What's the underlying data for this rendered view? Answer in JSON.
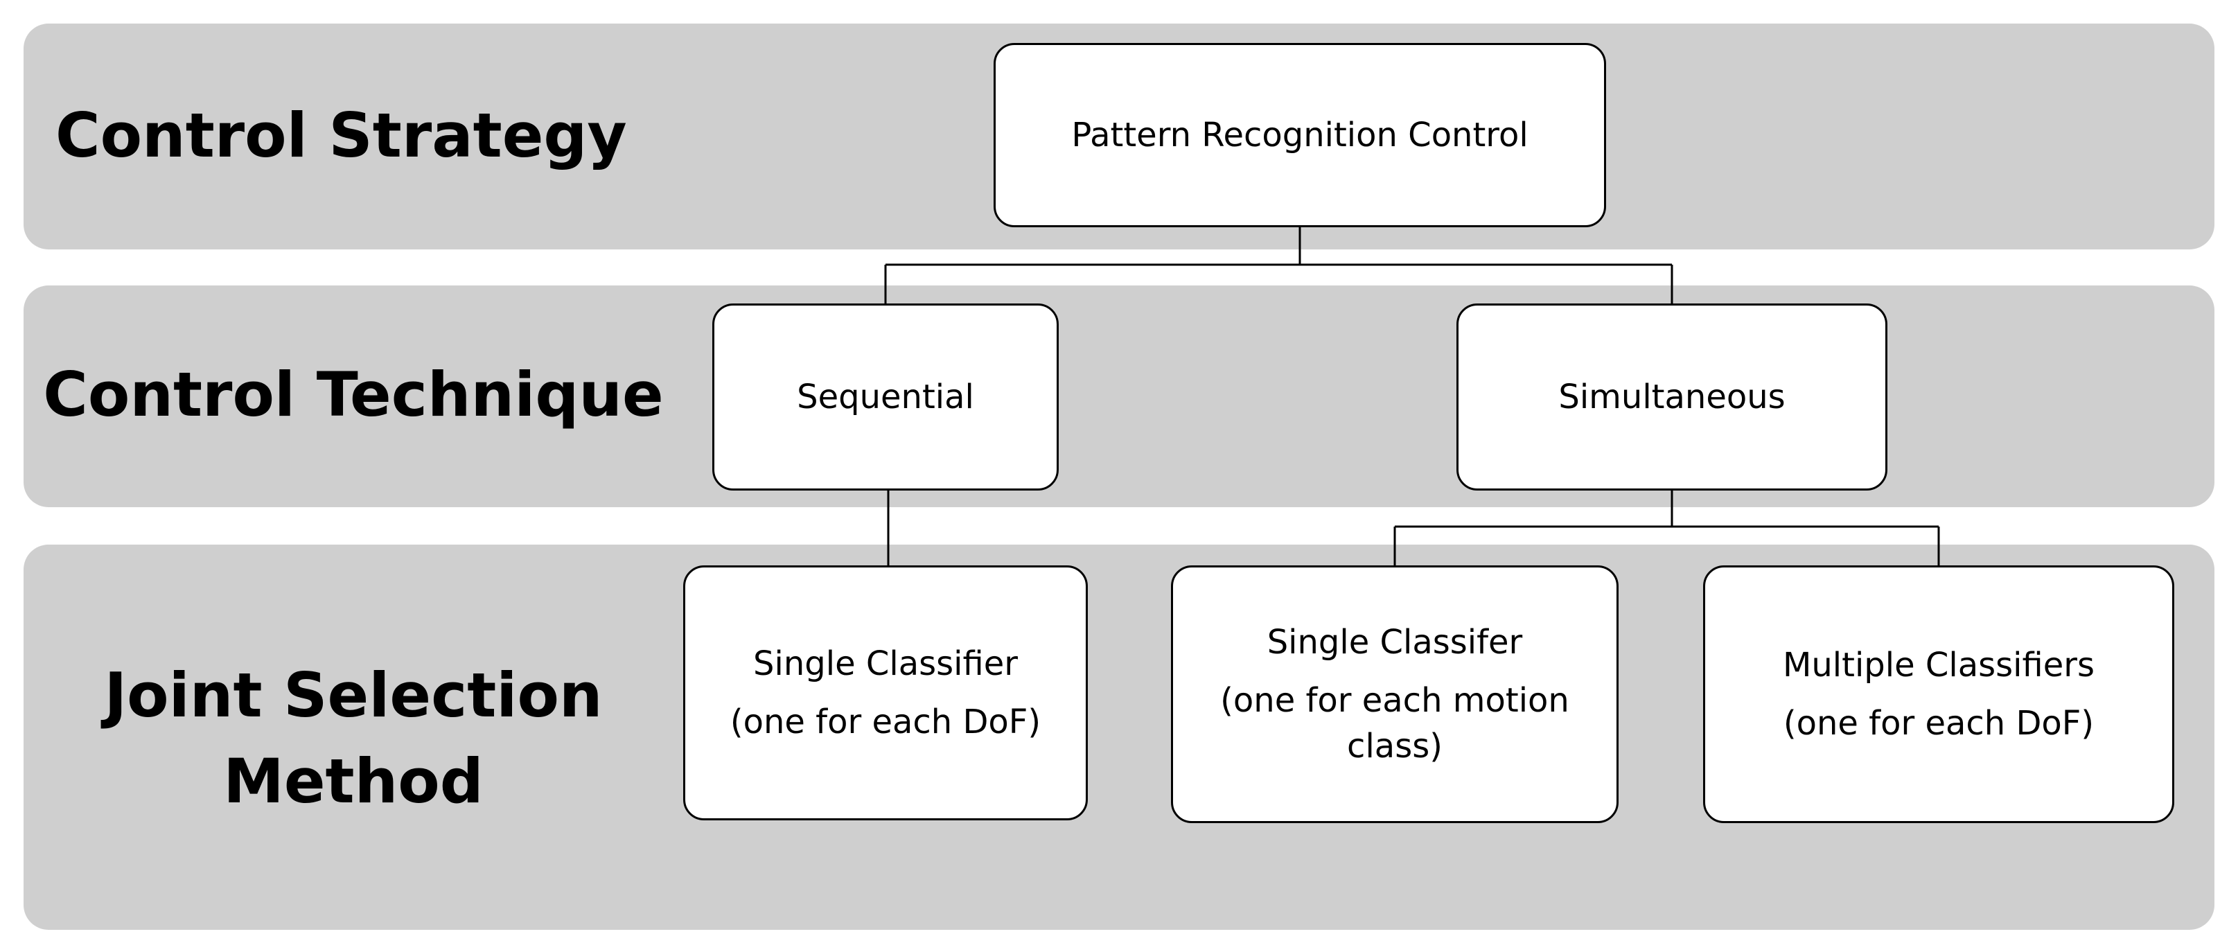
{
  "rows": {
    "control_strategy": "Control Strategy",
    "control_technique": "Control Technique",
    "joint_selection_method": "Joint Selection Method"
  },
  "nodes": {
    "pattern_recognition": {
      "line1": "Pattern Recognition Control"
    },
    "sequential": {
      "line1": "Sequential"
    },
    "simultaneous": {
      "line1": "Simultaneous"
    },
    "single_classifier": {
      "line1": "Single Classifier",
      "line2": "(one for each DoF)"
    },
    "single_classifer": {
      "line1": "Single Classifer",
      "line2": "(one for each motion",
      "line3": "class)"
    },
    "multiple_classifiers": {
      "line1": "Multiple Classifiers",
      "line2": "(one for each DoF)"
    }
  },
  "colors": {
    "band_fill": "#cfcfcf",
    "node_fill": "#ffffff",
    "line": "#000000"
  }
}
